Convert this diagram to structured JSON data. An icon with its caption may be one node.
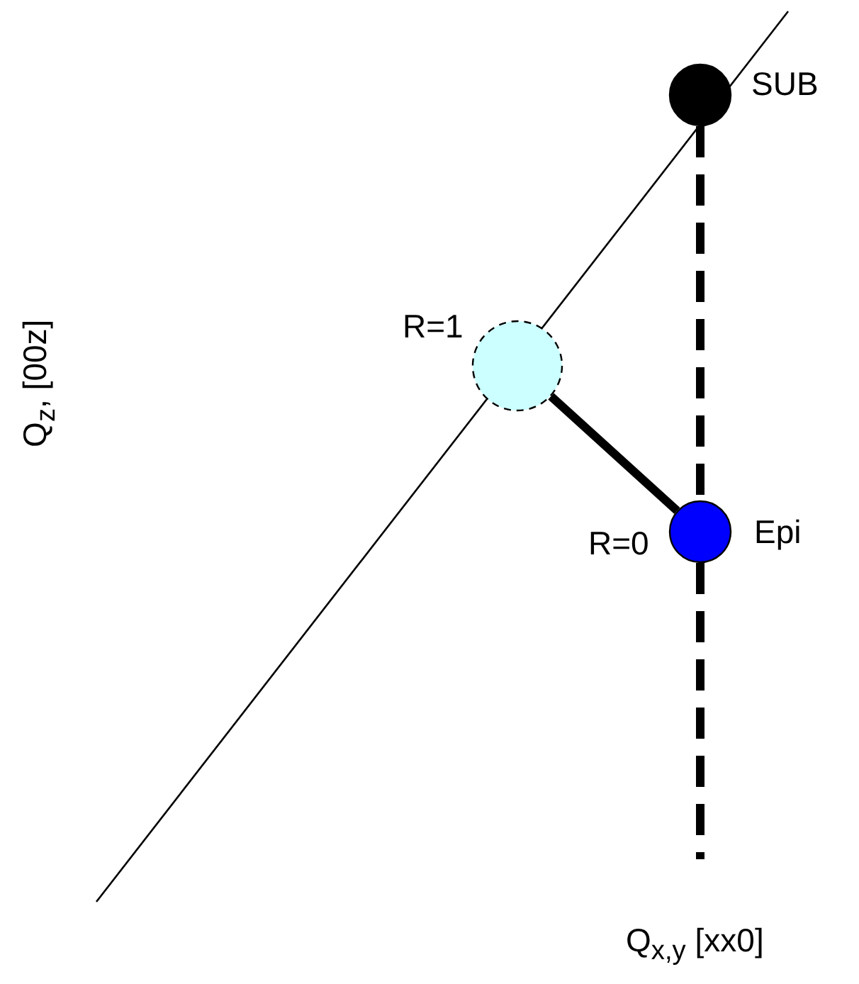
{
  "diagram": {
    "nodes": [
      {
        "text": [],
        "shape": "circle",
        "beside": [
          "SUB"
        ]
      },
      {
        "text": [],
        "shape": "circle",
        "beside": [
          "R=1"
        ]
      },
      {
        "text": [],
        "shape": "circle",
        "beside": [
          "R=0",
          "Epi"
        ]
      }
    ],
    "edges": [
      {
        "from": 0,
        "to": 2,
        "arrow": "none",
        "style": "dashed"
      },
      {
        "from": 1,
        "to": 2,
        "arrow": "none"
      }
    ],
    "labels": [
      "Q$_{z}$, [00z]",
      "Q$_{x,y}$ [xx0]"
    ]
  }
}
